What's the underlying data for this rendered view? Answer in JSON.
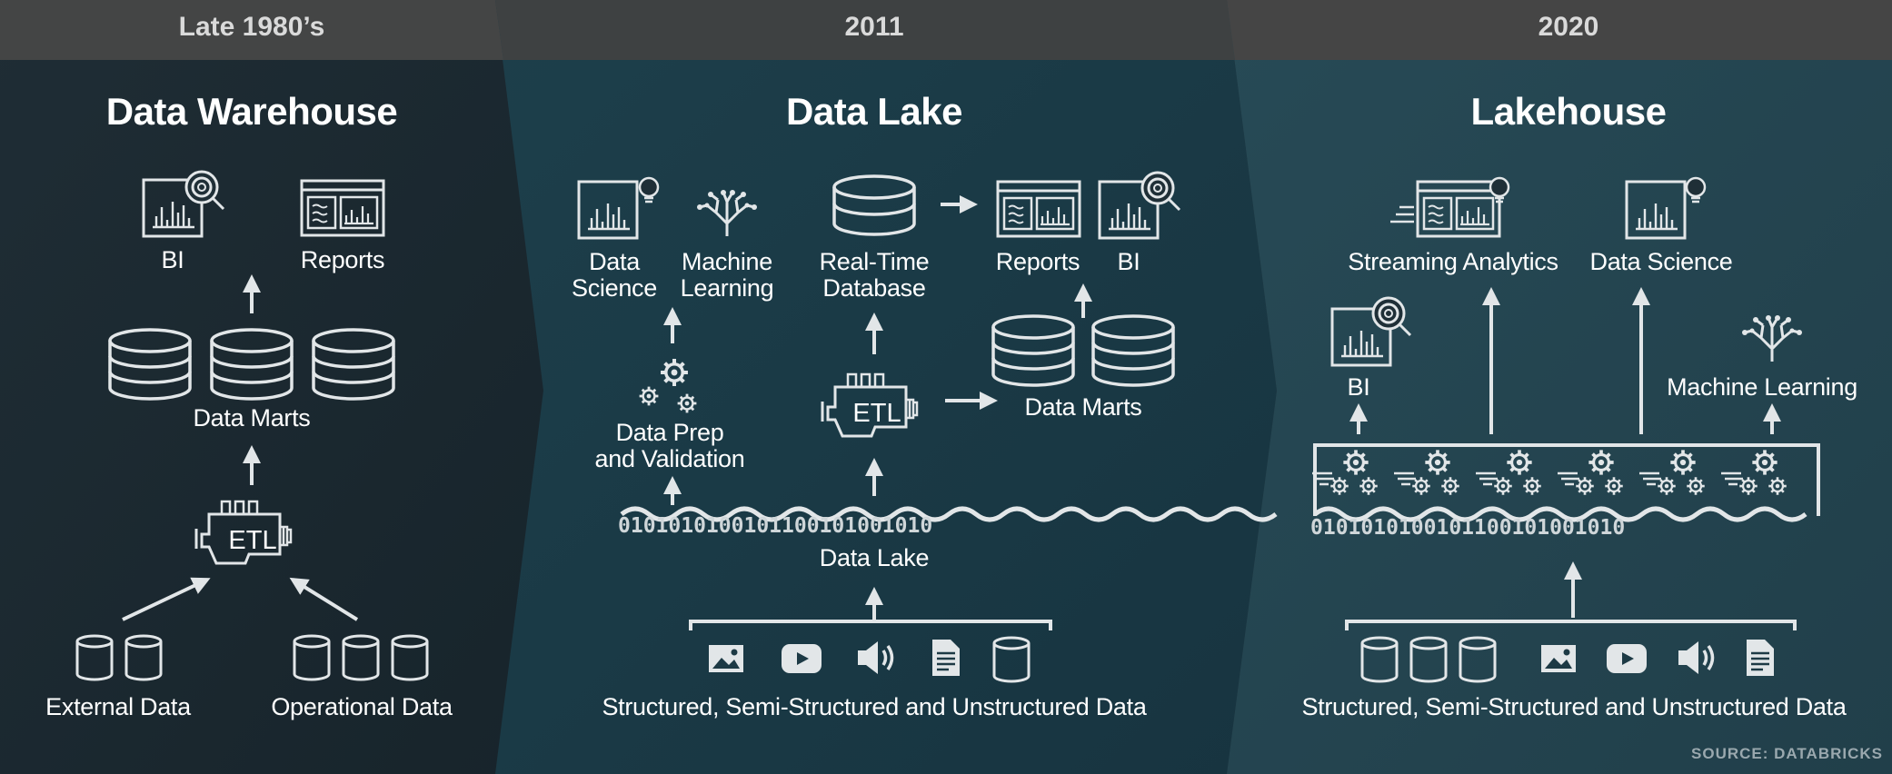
{
  "eras": [
    {
      "period": "Late 1980’s",
      "title": "Data Warehouse",
      "labels": {
        "bi": "BI",
        "reports": "Reports",
        "data_marts": "Data Marts",
        "etl": "ETL",
        "external_data": "External Data",
        "operational_data": "Operational Data"
      }
    },
    {
      "period": "2011",
      "title": "Data Lake",
      "labels": {
        "data_science": "Data\nScience",
        "machine_learning": "Machine\nLearning",
        "realtime_database": "Real-Time\nDatabase",
        "reports": "Reports",
        "bi": "BI",
        "data_marts": "Data Marts",
        "etl": "ETL",
        "data_prep": "Data Prep\nand Validation",
        "data_lake": "Data Lake",
        "sources": "Structured, Semi-Structured and Unstructured Data"
      }
    },
    {
      "period": "2020",
      "title": "Lakehouse",
      "labels": {
        "streaming_analytics": "Streaming Analytics",
        "data_science": "Data Science",
        "bi": "BI",
        "machine_learning": "Machine Learning",
        "sources": "Structured, Semi-Structured and Unstructured Data"
      }
    }
  ],
  "binary_stream": "0101010100101100101001010",
  "source_credit": "SOURCE: DATABRICKS",
  "colors": {
    "panel_1": "#1c2a32",
    "panel_2": "#1b3a45",
    "panel_3": "#234550",
    "header_bar": "#454545",
    "line": "#e2e6e8"
  },
  "icons": [
    "bi-magnifier-icon",
    "report-dashboard-icon",
    "database-icon",
    "etl-engine-icon",
    "gears-icon",
    "brain-tree-icon",
    "image-icon",
    "video-icon",
    "audio-icon",
    "document-icon",
    "data-lake-wave-icon",
    "arrow-icon"
  ]
}
